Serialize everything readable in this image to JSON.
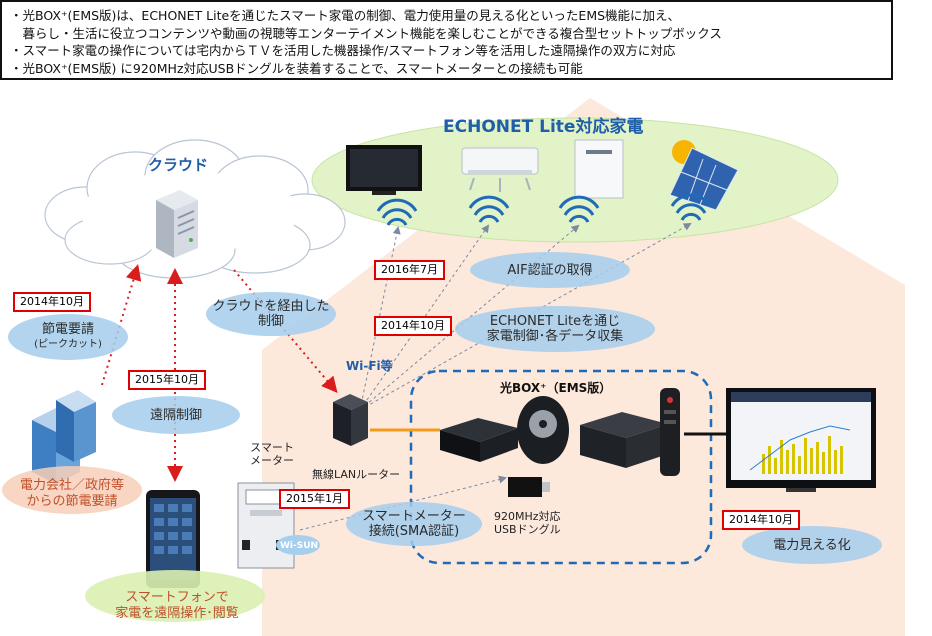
{
  "info": {
    "lines": [
      "・光BOX⁺(EMS版)は、ECHONET Liteを通じたスマート家電の制御、電力使用量の見える化といったEMS機能に加え、",
      "　暮らし・生活に役立つコンテンツや動画の視聴等エンターテイメント機能を楽しむことができる複合型セットトップボックス",
      "・スマート家電の操作については宅内からＴＶを活用した機器操作/スマートフォン等を活用した遠隔操作の双方に対応",
      "・光BOX⁺(EMS版) に920MHz対応USBドングルを装着することで、スマートメーターとの接続も可能"
    ]
  },
  "echonet_title": "ECHONET Lite対応家電",
  "cloud_title": "クラウド",
  "dates": {
    "aif": "2016年7月",
    "echonet": "2014年10月",
    "setsuden": "2014年10月",
    "enkaku": "2015年10月",
    "smartmeter": "2015年1月",
    "mieruka": "2014年10月"
  },
  "bubbles": {
    "aif": "AIF認証の取得",
    "echonet_line1": "ECHONET Liteを通じ",
    "echonet_line2": "家電制御･各データ収集",
    "setsuden_line1": "節電要請",
    "setsuden_line2": "(ピークカット)",
    "cloud_ctrl_line1": "クラウドを経由した",
    "cloud_ctrl_line2": "制御",
    "enkaku": "遠隔制御",
    "sma_line1": "スマートメーター",
    "sma_line2": "接続(SMA認証)",
    "mieruka": "電力見える化",
    "phone_line1": "スマートフォンで",
    "phone_line2": "家電を遠隔操作･閲覧",
    "power_line1": "電力会社／政府等",
    "power_line2": "からの節電要請"
  },
  "labels": {
    "wifi": "Wi-Fi等",
    "router": "無線LANルーター",
    "meter_line1": "スマート",
    "meter_line2": "メーター",
    "box_title": "光BOX⁺（EMS版）",
    "dongle_line1": "920MHz対応",
    "dongle_line2": "USBドングル",
    "wisun": "Wi-SUN"
  },
  "colors": {
    "house": "#fde8dc",
    "cloud_ellipse": "#e2f3c8",
    "bubble": "#a5cdec",
    "title_blue": "#1f5ea8",
    "date_border": "#e00000",
    "dashed_blue": "#1f6bb8",
    "arrow_red": "#d91c1c"
  }
}
